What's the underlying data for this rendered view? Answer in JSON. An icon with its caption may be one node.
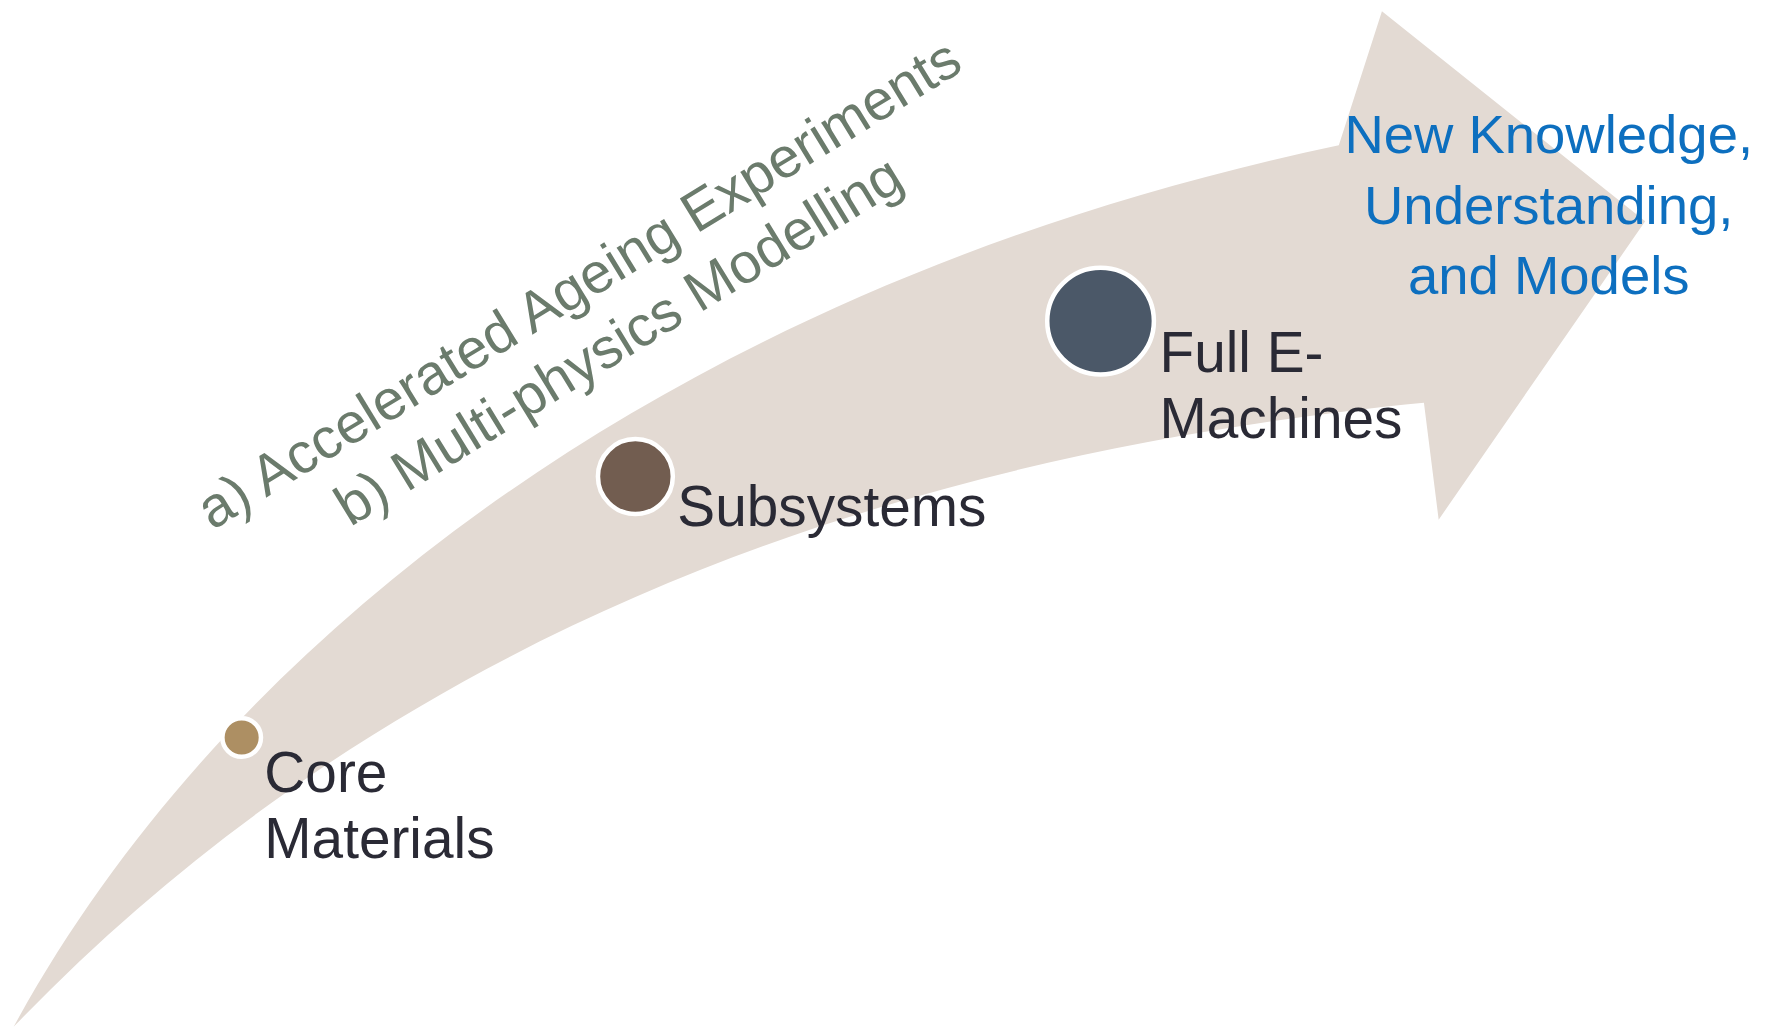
{
  "diagram": {
    "nodes": [
      {
        "text": [],
        "shape": "circle",
        "beside": [
          "Core Materials"
        ]
      },
      {
        "text": [],
        "shape": "circle",
        "beside": [
          "Subsystems"
        ]
      },
      {
        "text": [],
        "shape": "circle",
        "beside": [
          "Full E-Machines"
        ]
      }
    ],
    "labels": [
      "a) Accelerated Ageing Experiments",
      "b) Multi-physics Modelling",
      "New Knowledge, Understanding, and Models"
    ]
  }
}
